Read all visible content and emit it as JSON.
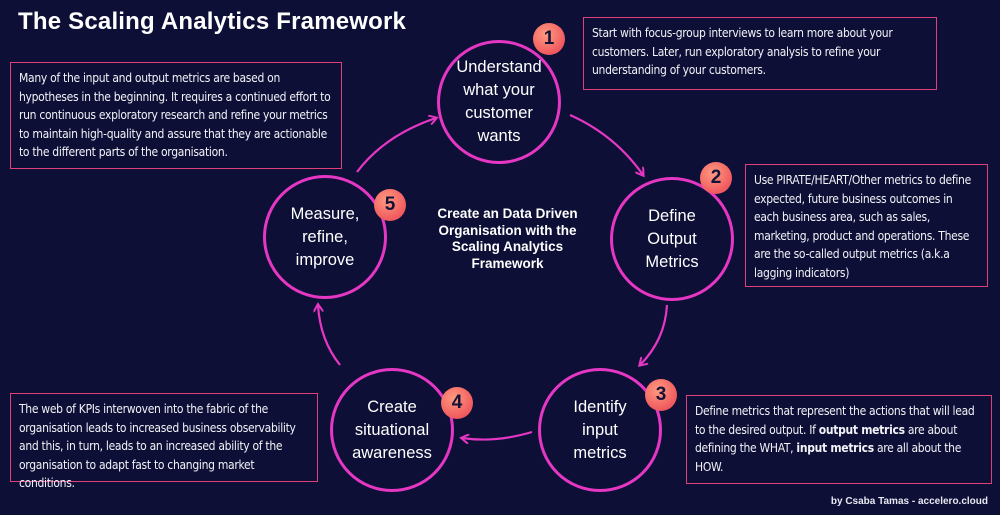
{
  "title": "The Scaling Analytics Framework",
  "center_text": "Create an Data Driven Organisation with the Scaling Analytics Framework",
  "credit": "by Csaba Tamas - accelero.cloud",
  "colors": {
    "background": "#0d0f36",
    "circle_border": "#e637c4",
    "box_border": "#e0407a",
    "arrow": "#e637c4"
  },
  "steps": [
    {
      "number": "1",
      "label": "Understand what your customer wants"
    },
    {
      "number": "2",
      "label": "Define Output Metrics"
    },
    {
      "number": "3",
      "label": "Identify input metrics"
    },
    {
      "number": "4",
      "label": "Create situational awareness"
    },
    {
      "number": "5",
      "label": "Measure, refine, improve"
    }
  ],
  "notes": {
    "step1": "Start with focus-group interviews to learn more about your customers. Later, run exploratory analysis to refine your understanding of your customers.",
    "step2": "Use PIRATE/HEART/Other metrics to define expected, future business outcomes in each business area, such as sales, marketing, product and operations. These are the so-called output metrics (a.k.a lagging indicators)",
    "step3": {
      "part1": "Define metrics that represent the actions that will lead to the desired output.  If ",
      "bold1": "output metrics",
      "part2": " are about defining the WHAT, ",
      "bold2": "input metrics",
      "part3": " are all about the HOW."
    },
    "step4": "The web of KPIs interwoven into the fabric of the organisation leads to increased business observability and this, in turn, leads to an increased ability of the organisation to adapt fast to changing market conditions.",
    "step5": "Many of the input and output metrics are based on hypotheses in the beginning. It requires a continued effort to run continuous exploratory research and refine your metrics to maintain high-quality and assure that they are actionable to the different parts of the organisation."
  }
}
